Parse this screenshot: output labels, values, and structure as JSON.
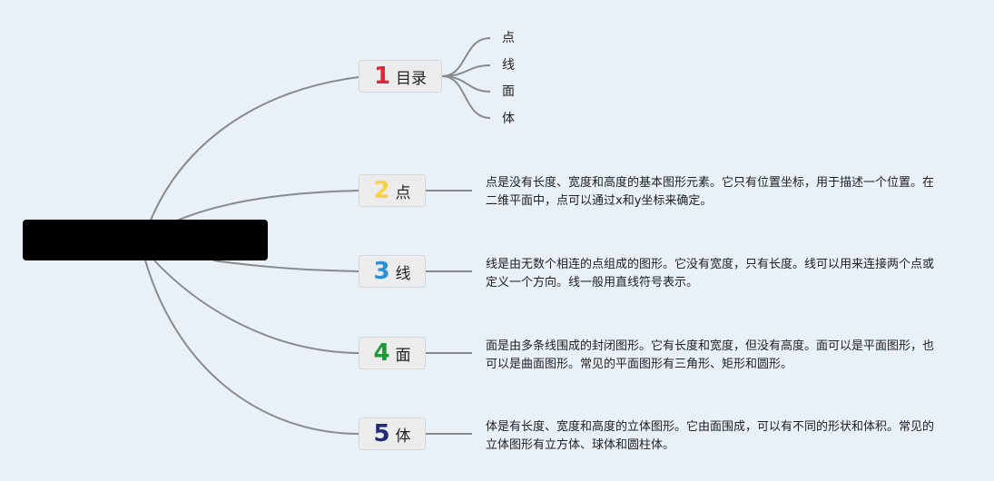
{
  "toc_node": {
    "number": "1",
    "label": "目录",
    "number_color": "#e0263a"
  },
  "toc_items": [
    "点",
    "线",
    "面",
    "体"
  ],
  "sections": [
    {
      "number": "2",
      "label": "点",
      "number_color": "#f5d24a",
      "description": "点是没有长度、宽度和高度的基本图形元素。它只有位置坐标，用于描述一个位置。在二维平面中，点可以通过x和y坐标来确定。"
    },
    {
      "number": "3",
      "label": "线",
      "number_color": "#2b8fd6",
      "description": "线是由无数个相连的点组成的图形。它没有宽度，只有长度。线可以用来连接两个点或定义一个方向。线一般用直线符号表示。"
    },
    {
      "number": "4",
      "label": "面",
      "number_color": "#1f9a3a",
      "description": "面是由多条线围成的封闭图形。它有长度和宽度，但没有高度。面可以是平面图形，也可以是曲面图形。常见的平面图形有三角形、矩形和圆形。"
    },
    {
      "number": "5",
      "label": "体",
      "number_color": "#1e2a7a",
      "description": "体是有长度、宽度和高度的立体图形。它由面围成，可以有不同的形状和体积。常见的立体图形有立方体、球体和圆柱体。"
    }
  ],
  "colors": {
    "line": "#8a8a8a",
    "background": "#e8f0f8"
  }
}
